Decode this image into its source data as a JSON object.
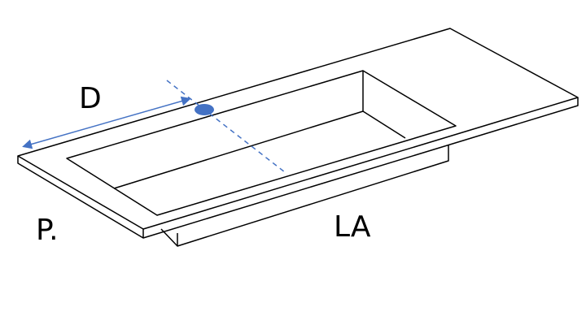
{
  "labels": {
    "depth": "D",
    "projection": "P.",
    "width": "LA"
  },
  "colors": {
    "outline": "#000000",
    "dimension": "#4472C4",
    "tap_hole": "#4472C4",
    "background": "#ffffff"
  }
}
